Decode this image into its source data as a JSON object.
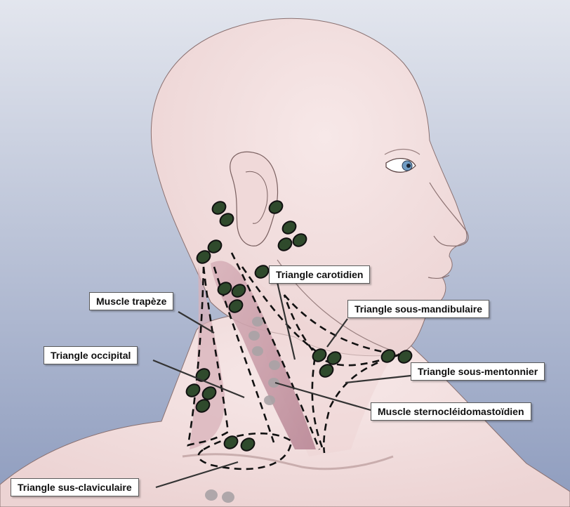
{
  "labels": {
    "carotid_triangle": "Triangle carotidien",
    "trapezius_muscle": "Muscle trapèze",
    "submandibular_triangle": "Triangle sous-mandibulaire",
    "occipital_triangle": "Triangle occipital",
    "submental_triangle": "Triangle sous-mentonnier",
    "sternocleidomastoid_muscle": "Muscle sternocléidomastoïdien",
    "supraclavicular_triangle": "Triangle sus-claviculaire"
  },
  "colors": {
    "skin": "#f2dede",
    "skin_shadow": "#e3c7c7",
    "muscle": "#c99aa5",
    "lymph_node": "#2f4a2c",
    "lymph_node_faded": "#a7a4a6",
    "background_top": "#dde1ea",
    "background_bottom": "#8f9dbd",
    "outline": "#111111",
    "iris": "#6f9cc4"
  },
  "icons": {
    "lymph_node": "lymph-node-icon"
  }
}
